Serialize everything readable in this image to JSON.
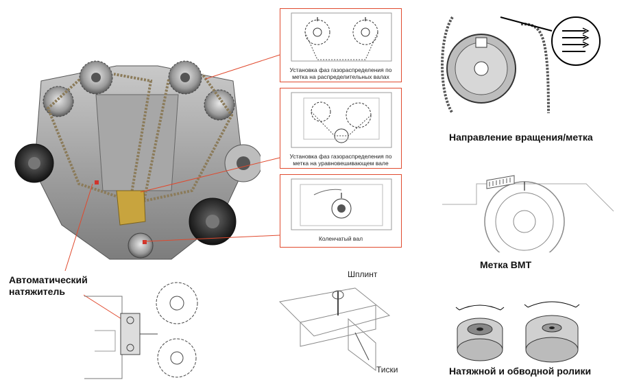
{
  "callouts": [
    {
      "caption": "Установка фаз газораспределения по метка на распределительных валах"
    },
    {
      "caption": "Установка фаз газораспределения по метка на уравновешивающем вале"
    },
    {
      "caption": "Коленчатый вал"
    }
  ],
  "labels": {
    "auto_tensioner": "Автоматический натяжитель",
    "cotter_pin": "Шплинт",
    "vise": "Тиски",
    "rotation_direction": "Направление вращения/метка",
    "tdc_mark": "Метка ВМТ",
    "tensioner_idler": "Натяжной и обводной ролики"
  },
  "colors": {
    "accent": "#e0492d",
    "line_gray": "#6b6b6b"
  }
}
